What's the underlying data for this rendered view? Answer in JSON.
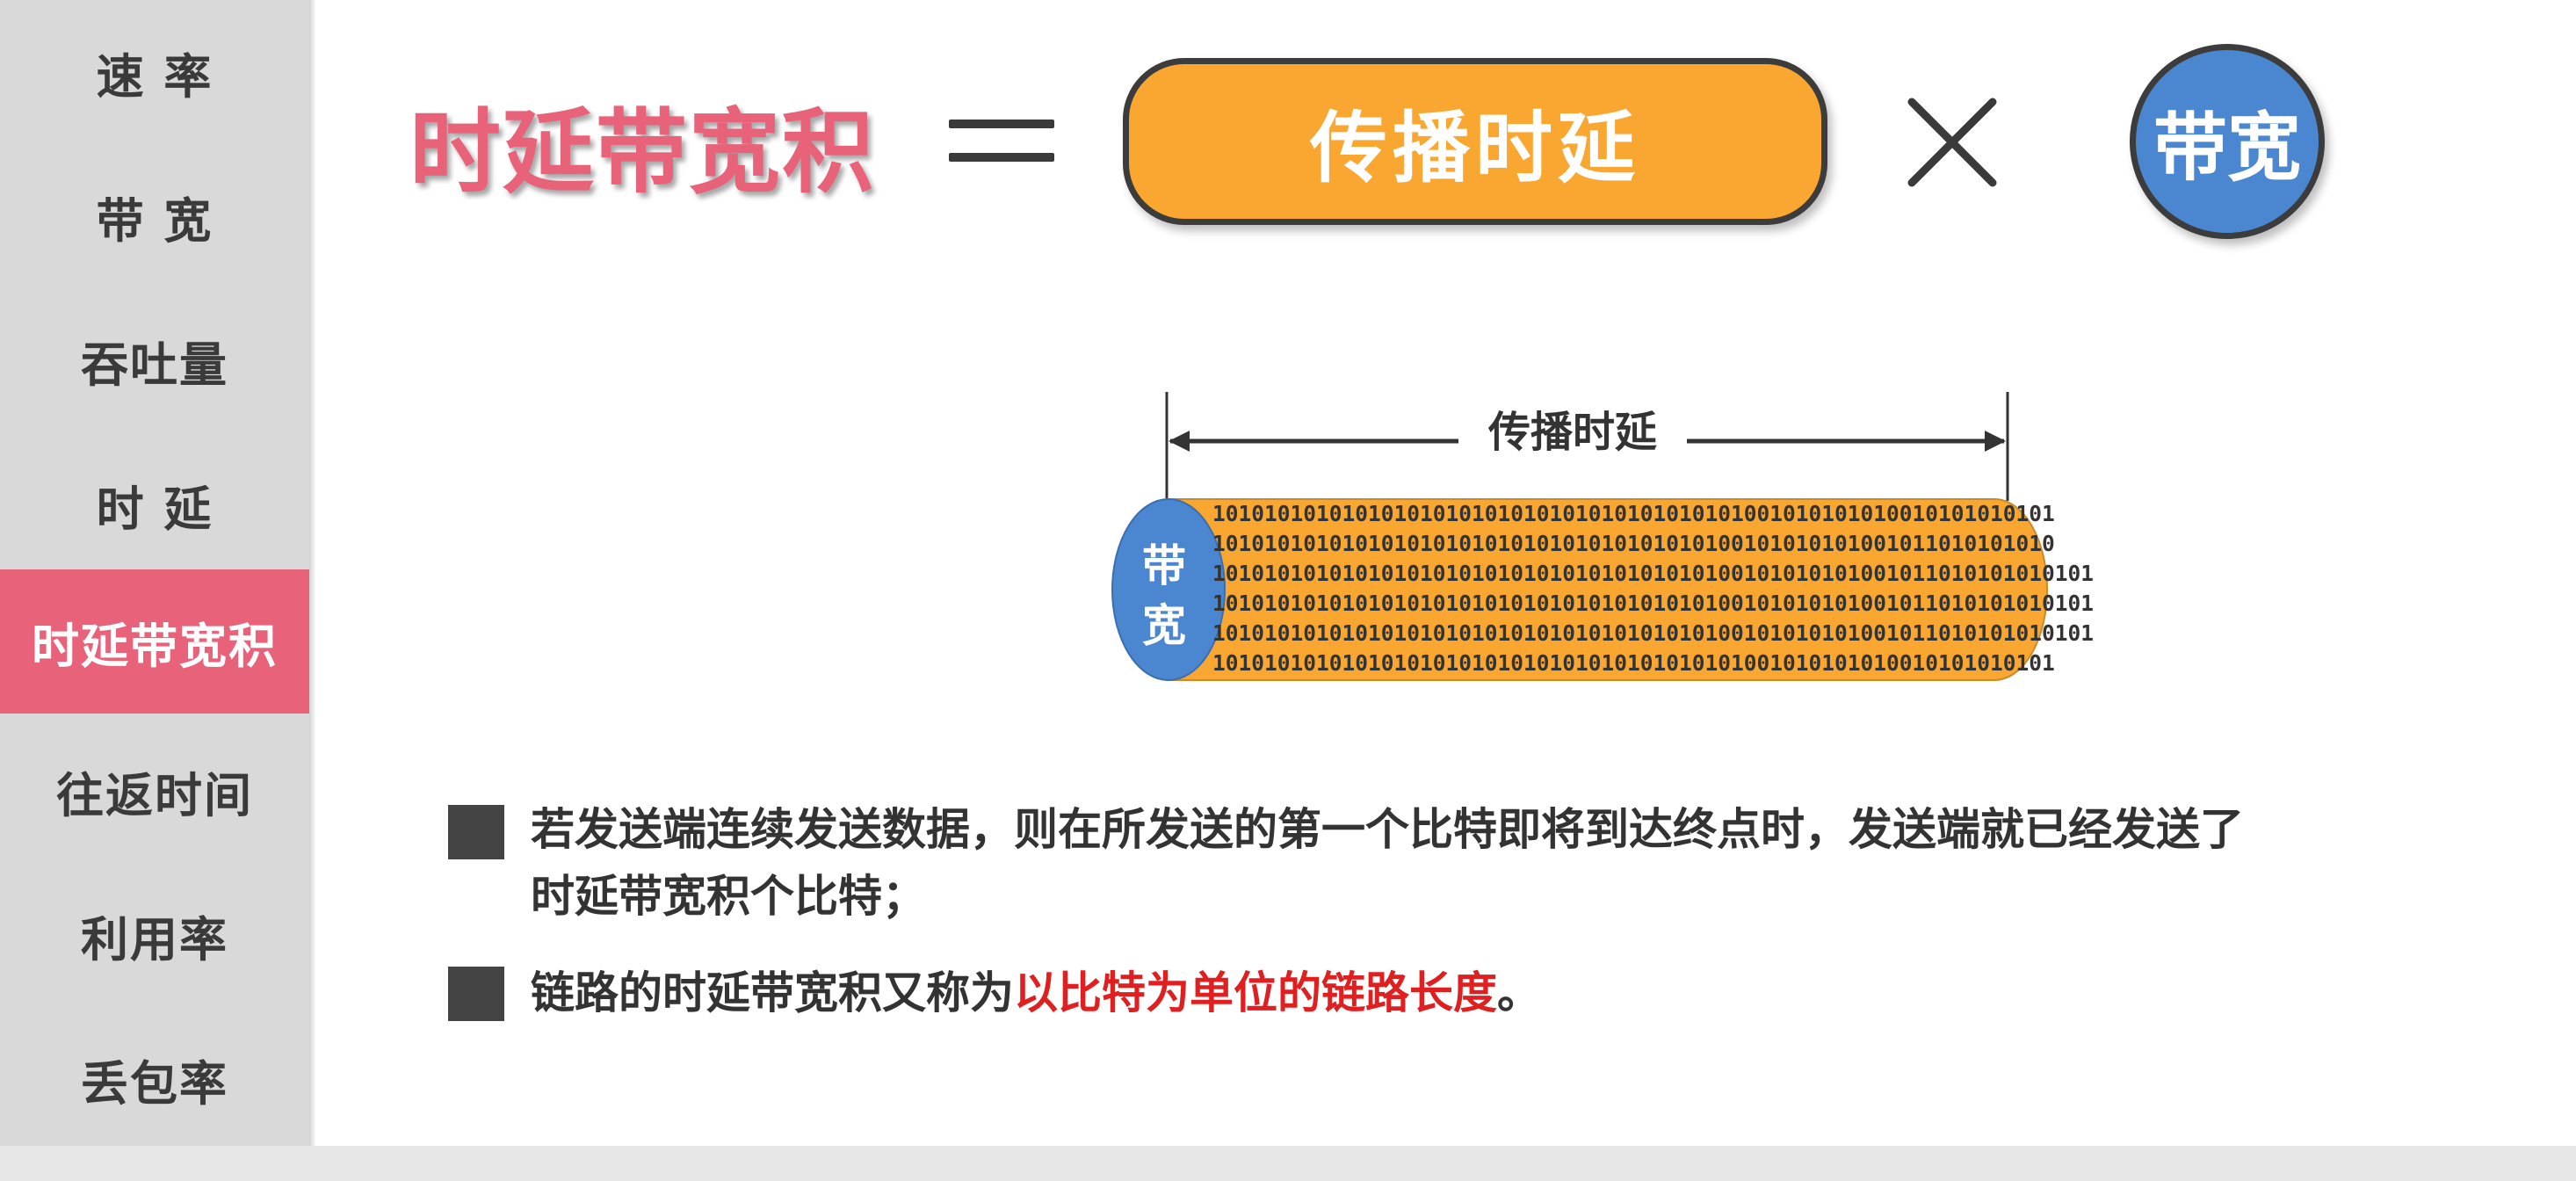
{
  "sidebar": {
    "items": [
      {
        "label": "速 率",
        "active": false
      },
      {
        "label": "带 宽",
        "active": false
      },
      {
        "label": "吞吐量",
        "active": false
      },
      {
        "label": "时 延",
        "active": false
      },
      {
        "label": "时延带宽积",
        "active": true
      },
      {
        "label": "往返时间",
        "active": false
      },
      {
        "label": "利用率",
        "active": false
      },
      {
        "label": "丢包率",
        "active": false
      }
    ]
  },
  "formula": {
    "title": "时延带宽积",
    "propagation_delay": "传播时延",
    "bandwidth": "带宽"
  },
  "diagram": {
    "dimension_label": "传播时延",
    "bandwidth_char_1": "带",
    "bandwidth_char_2": "宽",
    "bit_rows": [
      "10101010101010101010101010101010101010101001010101010010101010101",
      " 10101010101010101010101010101010101010100101010101001011010101010",
      "10101010101010101010101010101010101010100101010101001011010101010101",
      "10101010101010101010101010101010101010100101010101001011010101010101",
      " 10101010101010101010101010101010101010100101010101001011010101010101",
      "10101010101010101010101010101010101010101001010101010010101010101"
    ]
  },
  "colors": {
    "accent_pink": "#e8627a",
    "orange": "#f9a731",
    "blue": "#4a87d0",
    "red_text": "#e02020"
  },
  "bullets": {
    "b1_line1": "若发送端连续发送数据，则在所发送的第一个比特即将到达终点时，发送端就已经发送了",
    "b1_line2": "时延带宽积个比特；",
    "b2_prefix": "链路的时延带宽积又称为",
    "b2_highlight": "以比特为单位的链路长度",
    "b2_suffix": "。"
  }
}
